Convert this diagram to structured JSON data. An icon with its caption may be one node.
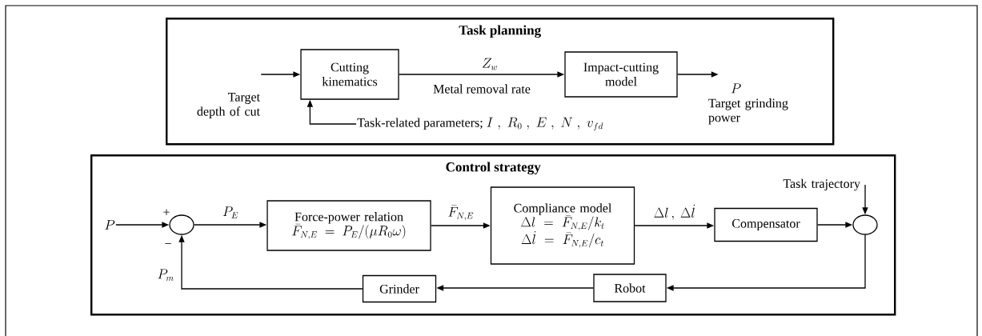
{
  "diagram": {
    "nodes": [
      {
        "text": [
          "Task planning"
        ]
      },
      {
        "text": [
          "Cutting kinematics"
        ],
        "in": 0
      },
      {
        "text": [
          "Impact-cutting model"
        ],
        "in": 0
      },
      {
        "text": [
          "Target depth of cut"
        ],
        "in": 0
      },
      {
        "text": [
          "P",
          "Target grinding power"
        ],
        "in": 0
      },
      {
        "text": [
          "Task-related parameters;",
          "I\\;,\\;R_0\\;,\\;E\\;,\\;N\\;,\\;v_{fd}"
        ],
        "in": 0
      },
      {
        "text": [
          "Control strategy"
        ]
      },
      {
        "text": [
          "P"
        ],
        "in": 6
      },
      {
        "text": [],
        "shape": "circle",
        "in": 6
      },
      {
        "text": [
          "Force-power relation",
          "\\bar{F}_{N,E} = P_E \\big/ (\\mu R_0 \\omega)"
        ],
        "in": 6
      },
      {
        "text": [
          "Compliance model",
          "\\Delta l = \\bar{F}_{N,E} \\big/ k_t",
          "\\Delta \\dot{l} = \\bar{F}_{N,E} \\big/ c_t"
        ],
        "in": 6
      },
      {
        "text": [
          "Compensator"
        ],
        "in": 6
      },
      {
        "text": [],
        "shape": "circle",
        "in": 6
      },
      {
        "text": [
          "Task trajectory"
        ],
        "in": 6
      },
      {
        "text": [
          "Robot"
        ],
        "in": 6
      },
      {
        "text": [
          "Grinder"
        ],
        "in": 6
      }
    ],
    "edges": [
      {
        "from": 3,
        "to": 1,
        "arrow": "to"
      },
      {
        "from": 1,
        "to": 2,
        "arrow": "to",
        "label": "Metal removal rate"
      },
      {
        "from": 2,
        "to": 4,
        "arrow": "to"
      },
      {
        "from": 5,
        "to": 1,
        "arrow": "to"
      },
      {
        "from": 7,
        "to": 8,
        "arrow": "to"
      },
      {
        "from": 8,
        "to": 9,
        "arrow": "to",
        "label": "P_E"
      },
      {
        "from": 9,
        "to": 10,
        "arrow": "to",
        "label": "\\bar{F}_{N,E}"
      },
      {
        "from": 10,
        "to": 11,
        "arrow": "to",
        "label": "\\Delta l\\,,\\ \\Delta \\dot{l}"
      },
      {
        "from": 11,
        "to": 12,
        "arrow": "to"
      },
      {
        "from": 13,
        "to": 12,
        "arrow": "to"
      },
      {
        "from": 12,
        "to": 14,
        "arrow": "to"
      },
      {
        "from": 14,
        "to": 15,
        "arrow": "to"
      },
      {
        "from": 15,
        "to": 8,
        "arrow": "to",
        "label": "P_m"
      }
    ],
    "labels": [
      "Z_w",
      "+",
      "−"
    ]
  }
}
